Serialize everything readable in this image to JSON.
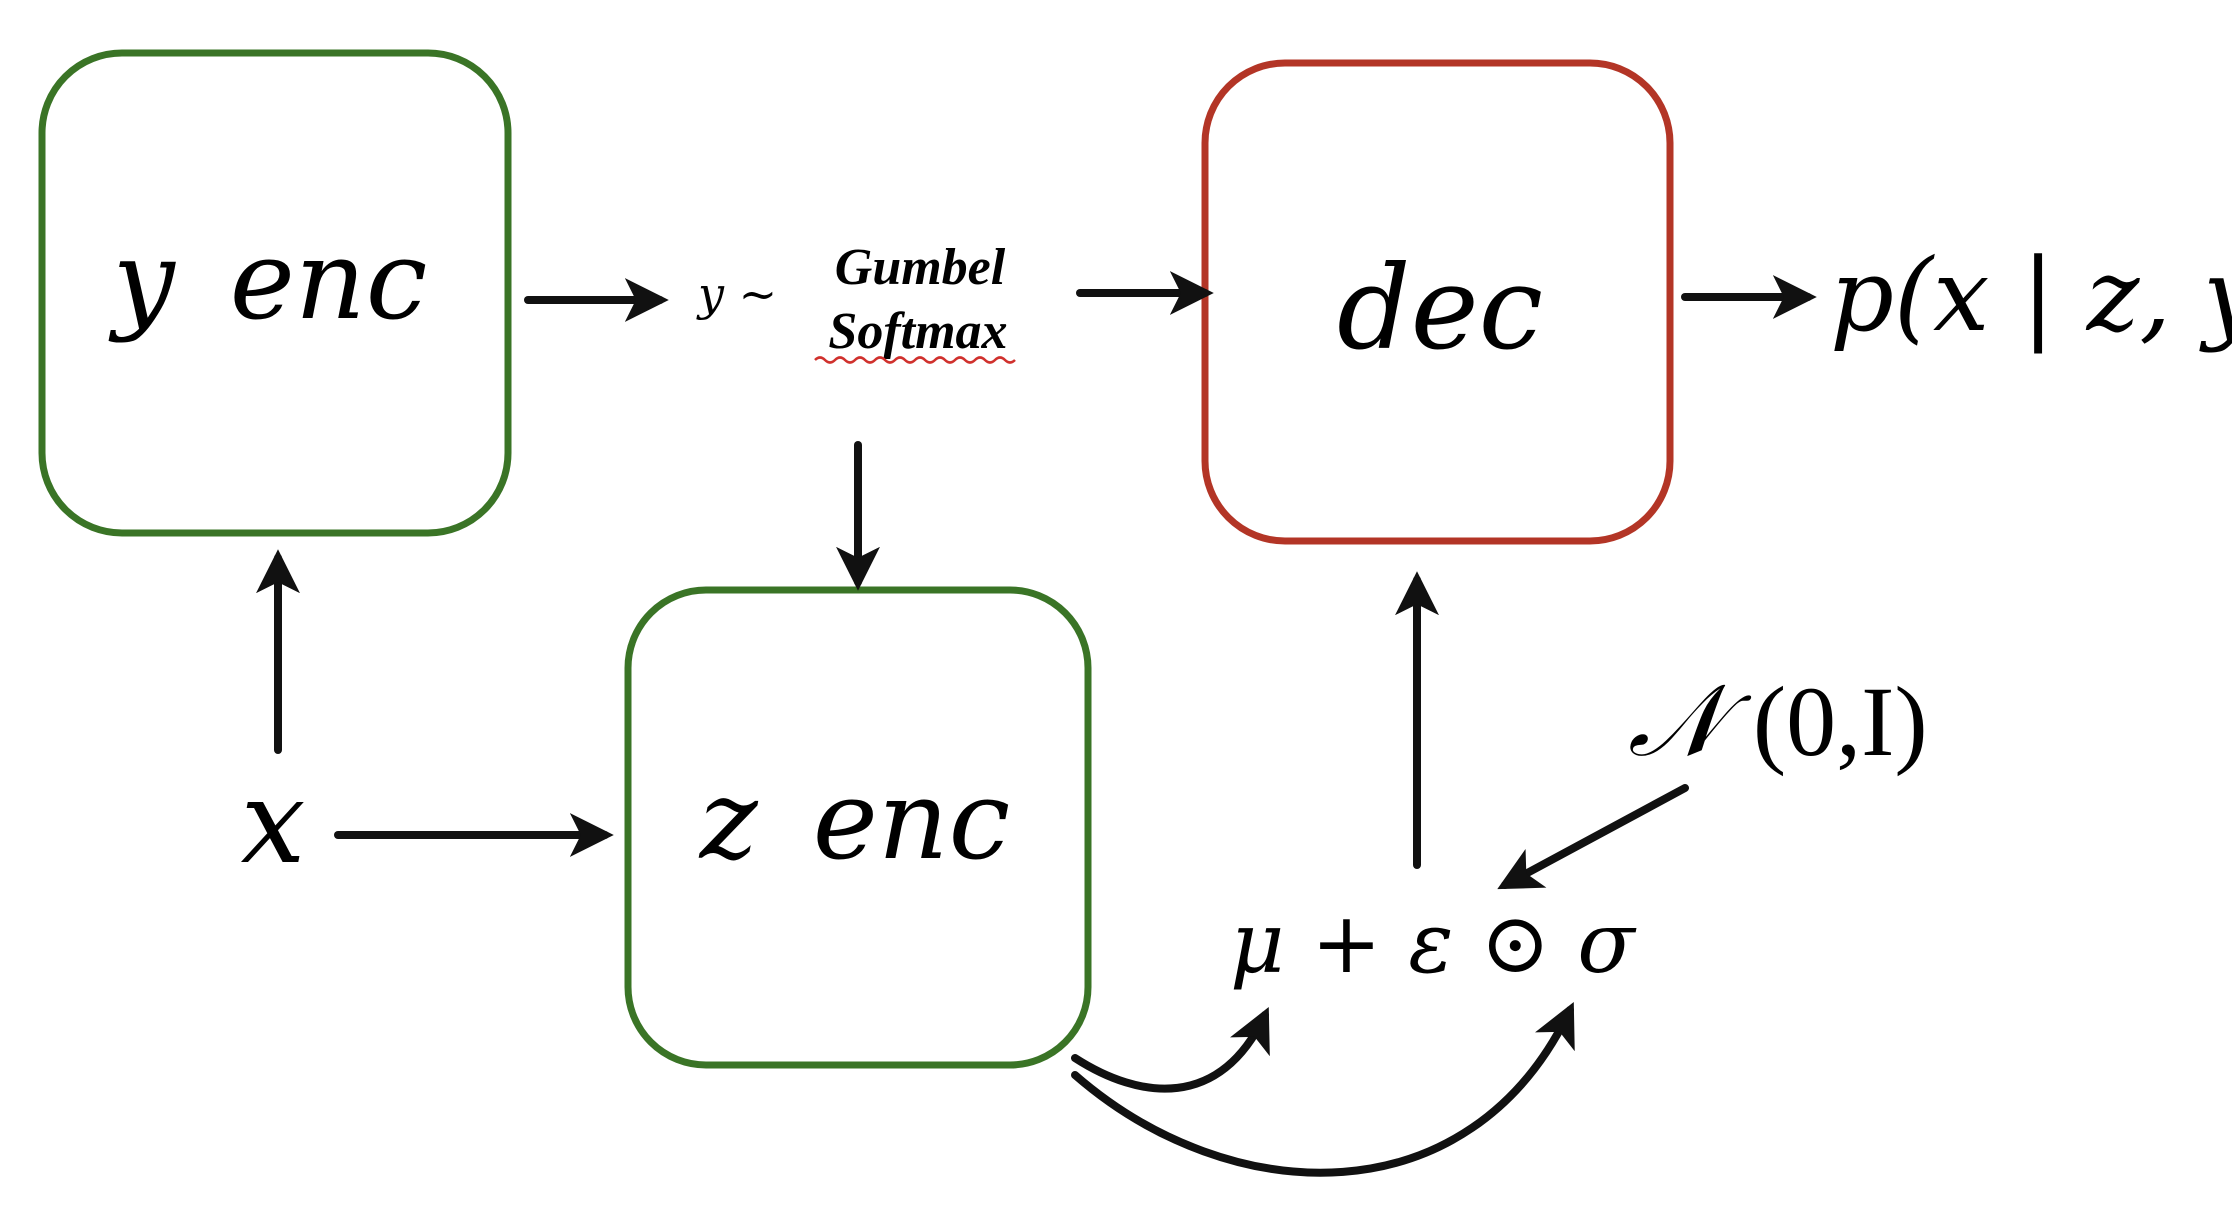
{
  "colors": {
    "encoder_border": "#3a7426",
    "decoder_border": "#b33526",
    "arrow": "#111111",
    "squiggle": "#d0312d"
  },
  "nodes": {
    "y_enc": {
      "label_var": "y",
      "label_text": "enc"
    },
    "z_enc": {
      "label_var": "z",
      "label_text": "enc"
    },
    "dec": {
      "label_text": "dec"
    }
  },
  "labels": {
    "x_input": "x",
    "y_sample_prefix": "y ~",
    "gumbel_line1": "Gumbel",
    "gumbel_line2": "Softmax",
    "output": "p(x | z, y)",
    "noise_symbol": "𝒩",
    "noise_args": "(0,I)",
    "reparam": "μ + ε ⊙ σ"
  }
}
